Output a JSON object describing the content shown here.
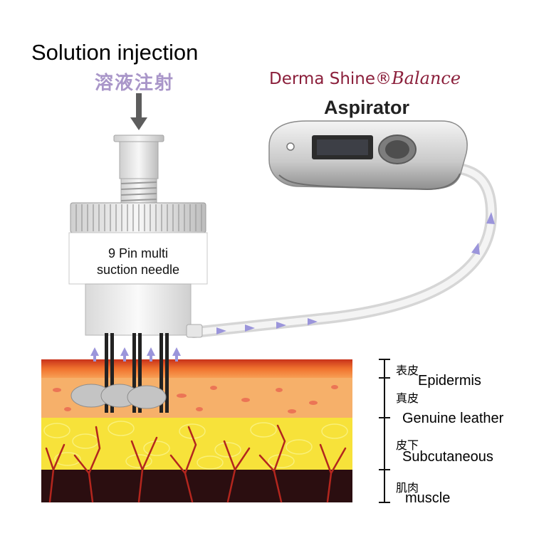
{
  "title": {
    "english": "Solution injection",
    "chinese": "溶液注射"
  },
  "brand": {
    "name": "Derma Shine",
    "mark": "®",
    "suffix": "Balance",
    "device": "Aspirator"
  },
  "needle": {
    "label_line1": "9 Pin multi",
    "label_line2": "suction needle"
  },
  "layers": [
    {
      "zh": "表皮",
      "en": "Epidermis"
    },
    {
      "zh": "真皮",
      "en": "Genuine leather"
    },
    {
      "zh": "皮下",
      "en": "Subcutaneous"
    },
    {
      "zh": "肌肉",
      "en": "muscle"
    }
  ],
  "colors": {
    "epidermis": "#e2502a",
    "dermis": "#f6b06a",
    "fat": "#f7e23a",
    "muscle": "#2b0e10",
    "vessel": "#b3261e",
    "arrow": "#9b95db",
    "brand": "#8b1f3b"
  }
}
